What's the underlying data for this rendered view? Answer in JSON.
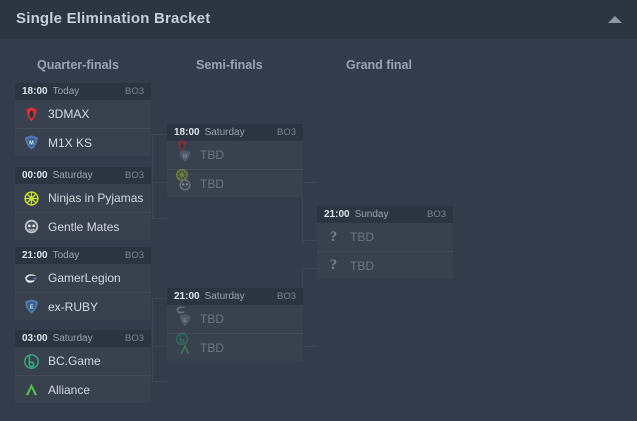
{
  "header": {
    "title": "Single Elimination Bracket",
    "collapse_icon": "chevron-up-icon"
  },
  "rounds": [
    {
      "name": "Quarter-finals"
    },
    {
      "name": "Semi-finals"
    },
    {
      "name": "Grand final"
    }
  ],
  "matches": {
    "qf1": {
      "time": "18:00",
      "day": "Today",
      "format": "BO3",
      "teams": [
        {
          "name": "3DMAX",
          "logo": "3dmax-logo",
          "color": "#e03131"
        },
        {
          "name": "M1X KS",
          "logo": "m1xks-logo",
          "color": "#4d7bb5"
        }
      ]
    },
    "qf2": {
      "time": "00:00",
      "day": "Saturday",
      "format": "BO3",
      "teams": [
        {
          "name": "Ninjas in Pyjamas",
          "logo": "nip-logo",
          "color": "#c3e021"
        },
        {
          "name": "Gentle Mates",
          "logo": "gentlemates-logo",
          "color": "#b9bfc7"
        }
      ]
    },
    "qf3": {
      "time": "21:00",
      "day": "Today",
      "format": "BO3",
      "teams": [
        {
          "name": "GamerLegion",
          "logo": "gamerlegion-logo",
          "color": "#dfe5ec"
        },
        {
          "name": "ex-RUBY",
          "logo": "exruby-logo",
          "color": "#4d7bb5"
        }
      ]
    },
    "qf4": {
      "time": "03:00",
      "day": "Saturday",
      "format": "BO3",
      "teams": [
        {
          "name": "BC.Game",
          "logo": "bcgame-logo",
          "color": "#2fb07a"
        },
        {
          "name": "Alliance",
          "logo": "alliance-logo",
          "color": "#55c24a"
        }
      ]
    },
    "sf1": {
      "time": "18:00",
      "day": "Saturday",
      "format": "BO3",
      "teams": [
        {
          "name": "TBD",
          "logo": "tbd-stack-3dmax-m1xks"
        },
        {
          "name": "TBD",
          "logo": "tbd-stack-nip-gentlemates"
        }
      ]
    },
    "sf2": {
      "time": "21:00",
      "day": "Saturday",
      "format": "BO3",
      "teams": [
        {
          "name": "TBD",
          "logo": "tbd-stack-gamerlegion-exruby"
        },
        {
          "name": "TBD",
          "logo": "tbd-stack-bcgame-alliance"
        }
      ]
    },
    "gf": {
      "time": "21:00",
      "day": "Sunday",
      "format": "BO3",
      "teams": [
        {
          "name": "TBD",
          "logo": "question-mark-icon"
        },
        {
          "name": "TBD",
          "logo": "question-mark-icon"
        }
      ]
    }
  },
  "colors": {
    "panel_bg": "#323c4b",
    "titlebar_bg": "#2c3542",
    "card_header_bg": "#2b3441",
    "team_row_bg": "#39414e",
    "connector": "#3d4653",
    "text_primary": "#d3d9e0",
    "text_muted": "#8e98a6"
  }
}
